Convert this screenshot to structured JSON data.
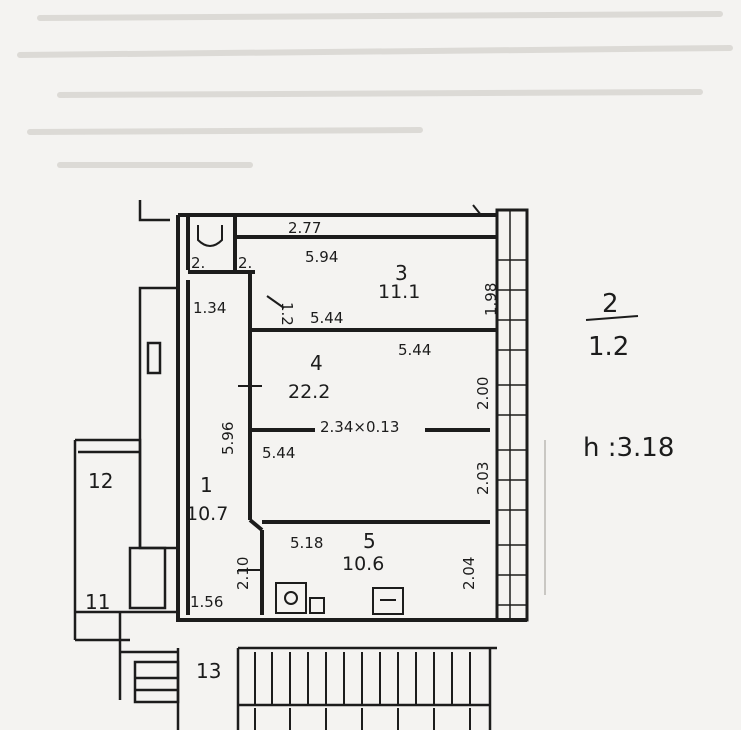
{
  "colors": {
    "ink": "#1c1c1c",
    "paper": "#f4f3f1",
    "faint": "#d9d7d3"
  },
  "dimensions": {
    "top_outer": "2.77",
    "room3_top": "5.94",
    "room2_width": "2.",
    "room2_depth": "2.",
    "room3_side": "1.98",
    "left_stub_a": "1.34",
    "left_stub_b": "1.2",
    "room3_bottom": "5.44",
    "room4_top": "5.44",
    "room4_side": "2.00",
    "room1_side": "5.96",
    "partition": "2.34×0.13",
    "room4_bottom": "5.44",
    "room4_lower_side": "2.03",
    "room5_top": "5.18",
    "room5_side": "2.04",
    "room1_lower": "2.10",
    "room1_bottom": "1.56"
  },
  "rooms": {
    "r1": {
      "no": "1",
      "area": "10.7"
    },
    "r3": {
      "no": "3",
      "area": "11.1"
    },
    "r4": {
      "no": "4",
      "area": "22.2"
    },
    "r5": {
      "no": "5",
      "area": "10.6"
    },
    "r11": {
      "no": "11"
    },
    "r12": {
      "no": "12"
    },
    "r13": {
      "no": "13"
    }
  },
  "legend": {
    "room_no": "2",
    "room_area": "1.2",
    "height": "h :3.18"
  }
}
